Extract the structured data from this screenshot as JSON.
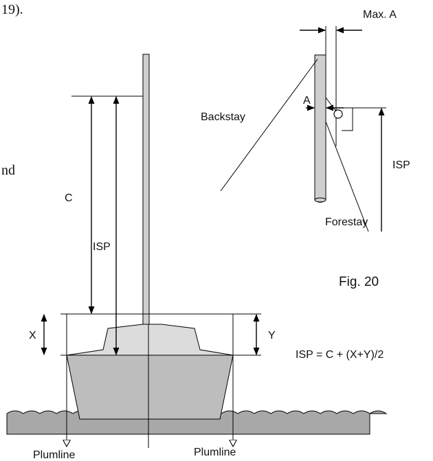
{
  "page_fragments": {
    "top_left": "19).",
    "left_margin": "nd"
  },
  "main_diagram": {
    "labels": {
      "c": "C",
      "isp": "ISP",
      "x": "X",
      "y": "Y",
      "plumline_left": "Plumline",
      "plumline_right": "Plumline"
    },
    "formula": "ISP = C + (X+Y)/2"
  },
  "detail_diagram": {
    "labels": {
      "max_a": "Max. A",
      "a": "A",
      "backstay": "Backstay",
      "isp": "ISP",
      "forestay": "Forestay"
    },
    "caption": "Fig. 20"
  },
  "colors": {
    "hull": "#bdbdbd",
    "cabin": "#dcdcdc",
    "mast": "#cfcfcf",
    "water": "#a8a8a8",
    "line": "#000000"
  }
}
